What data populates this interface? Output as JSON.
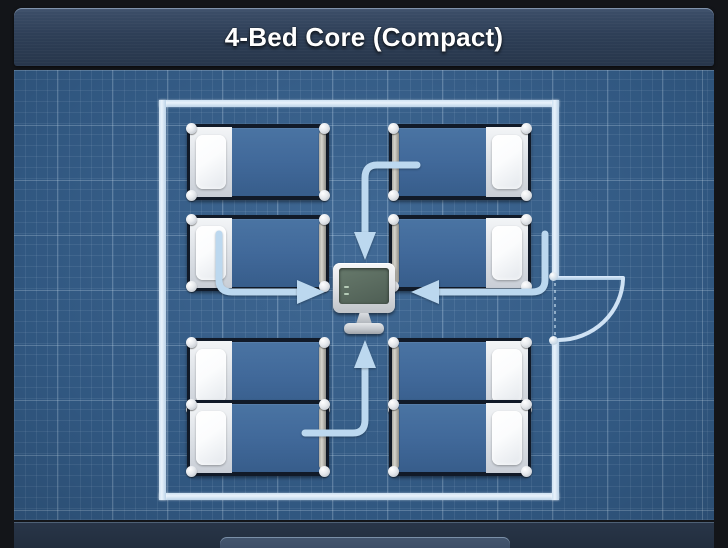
{
  "window": {
    "title": "4-Bed Core (Compact)"
  },
  "blueprint": {
    "background_color": "#36618f",
    "grid_line_color": "#bed7f0",
    "wall_color": "#e8f2fb",
    "accent_color": "#bcd8ef",
    "bed_frame_color": "#111a28",
    "bed_fill_color": "#41699a"
  },
  "room": {
    "name": "patient-room",
    "door": {
      "label": "door",
      "side": "right",
      "swing": "quarter-arc"
    },
    "beds": [
      {
        "id": "bed-1",
        "position": "top-left-upper",
        "orientation": "pillow-left"
      },
      {
        "id": "bed-2",
        "position": "top-left-lower",
        "orientation": "pillow-left"
      },
      {
        "id": "bed-3",
        "position": "top-right-upper",
        "orientation": "pillow-right"
      },
      {
        "id": "bed-4",
        "position": "top-right-lower",
        "orientation": "pillow-right"
      },
      {
        "id": "bed-5",
        "position": "bottom-left-upper",
        "orientation": "pillow-left"
      },
      {
        "id": "bed-6",
        "position": "bottom-left-lower",
        "orientation": "pillow-left"
      },
      {
        "id": "bed-7",
        "position": "bottom-right-upper",
        "orientation": "pillow-right"
      },
      {
        "id": "bed-8",
        "position": "bottom-right-lower",
        "orientation": "pillow-right"
      }
    ],
    "bed_count": 8,
    "station": {
      "id": "nurse-station-monitor",
      "label": "central monitor"
    },
    "sightlines": [
      {
        "id": "sightline-from-top",
        "direction": "down"
      },
      {
        "id": "sightline-from-left",
        "direction": "right"
      },
      {
        "id": "sightline-from-right",
        "direction": "left"
      },
      {
        "id": "sightline-from-bottom",
        "direction": "up"
      }
    ]
  }
}
